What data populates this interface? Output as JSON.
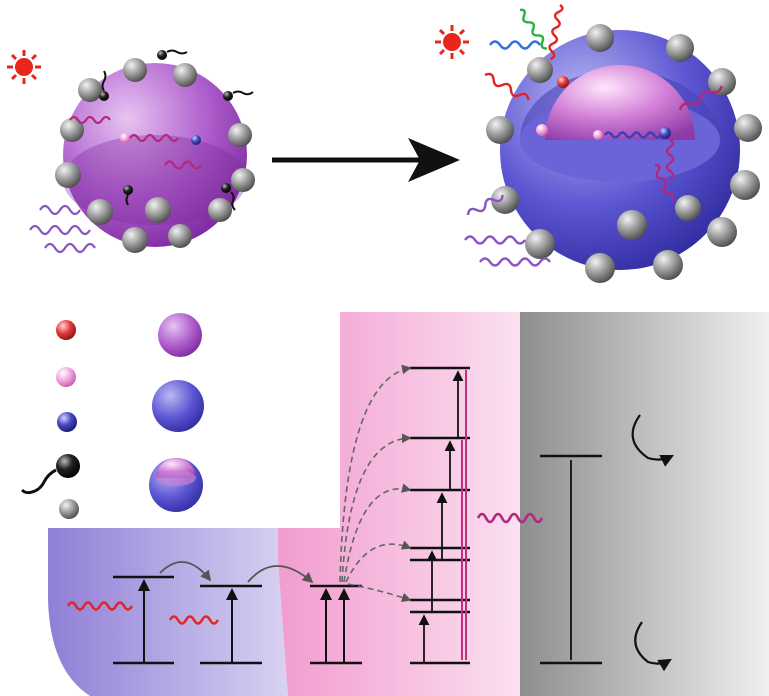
{
  "figure": {
    "description_hidden": "",
    "colors": {
      "background": "#ffffff",
      "sensitizer_core": "#a64ec2",
      "shell": "#5b55cf",
      "silver_bead": "#9a9a9a",
      "red_ion": "#e23030",
      "pink_ion": "#f2a6dd",
      "blue_ion": "#3d3fb8",
      "black_ligand": "#111111",
      "sun": "#e8261c",
      "arrow": "#111111",
      "panel_violet": "#b8aee4",
      "panel_pink": "#f4b9dd",
      "panel_gray": "#a6a6a6",
      "wave_red": "#e02424",
      "wave_green": "#2bb041",
      "wave_blue": "#2f6fe0",
      "wave_magenta": "#b3287d",
      "wave_violet": "#8a56c4"
    },
    "icons": {
      "light_source": "sun-icon",
      "process_arrow": "arrow-right-icon",
      "emission": "wave-icon"
    },
    "legend": {
      "ions": [
        "red-ion",
        "pink-ion",
        "blue-ion",
        "ligand",
        "silver-bead"
      ],
      "particles": [
        "core-sphere",
        "shell-sphere",
        "core-shell-sphere"
      ]
    }
  }
}
